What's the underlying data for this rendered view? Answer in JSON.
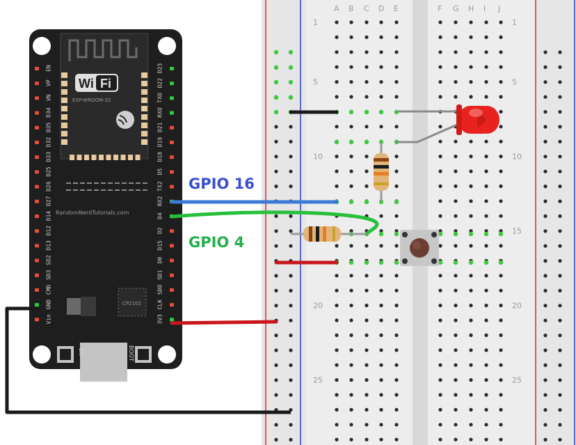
{
  "labels": {
    "gpio16": "GPIO 16",
    "gpio4": "GPIO 4",
    "gpio16_color": "#3a4fcf",
    "gpio4_color": "#22b14c"
  },
  "board": {
    "wifi_text_1": "Wi",
    "wifi_text_2": "Fi",
    "module": "ESP-WROOM-32",
    "credit": "RandomNerdTutorials.com",
    "chip": "CP2102",
    "en_button": "EN",
    "boot_button": "BOOT",
    "left_pins": [
      "EN",
      "VP",
      "VN",
      "D34",
      "D35",
      "D32",
      "D33",
      "D25",
      "D26",
      "D27",
      "D14",
      "D12",
      "D13",
      "SD2",
      "SD3",
      "CMD",
      "GND",
      "Vin"
    ],
    "right_pins": [
      "D23",
      "D22",
      "TXO",
      "RXO",
      "D21",
      "D19",
      "D18",
      "D5",
      "TX2",
      "RX2",
      "D4",
      "D2",
      "D15",
      "D0",
      "SD1",
      "SDO",
      "CLK",
      "3V3"
    ]
  },
  "breadboard": {
    "cols_left": [
      "A",
      "B",
      "C",
      "D",
      "E"
    ],
    "cols_right": [
      "F",
      "G",
      "H",
      "I",
      "J"
    ],
    "row_numbers": [
      "1",
      "5",
      "10",
      "15",
      "20",
      "25"
    ]
  },
  "colors": {
    "board": "#1e1e1e",
    "breadboard": "#e6e6e6",
    "led": "#e8221f",
    "wire_black": "#1a1a1a",
    "wire_red": "#c8161d",
    "wire_blue": "#3a7bd5",
    "wire_green": "#27c03a",
    "rail_red": "#d9262b",
    "rail_blue": "#2a3fbf"
  },
  "components": [
    "led",
    "resistor-vertical",
    "resistor-horizontal",
    "pushbutton"
  ],
  "icons": [
    "wifi-antenna-icon",
    "espressif-logo-icon"
  ]
}
